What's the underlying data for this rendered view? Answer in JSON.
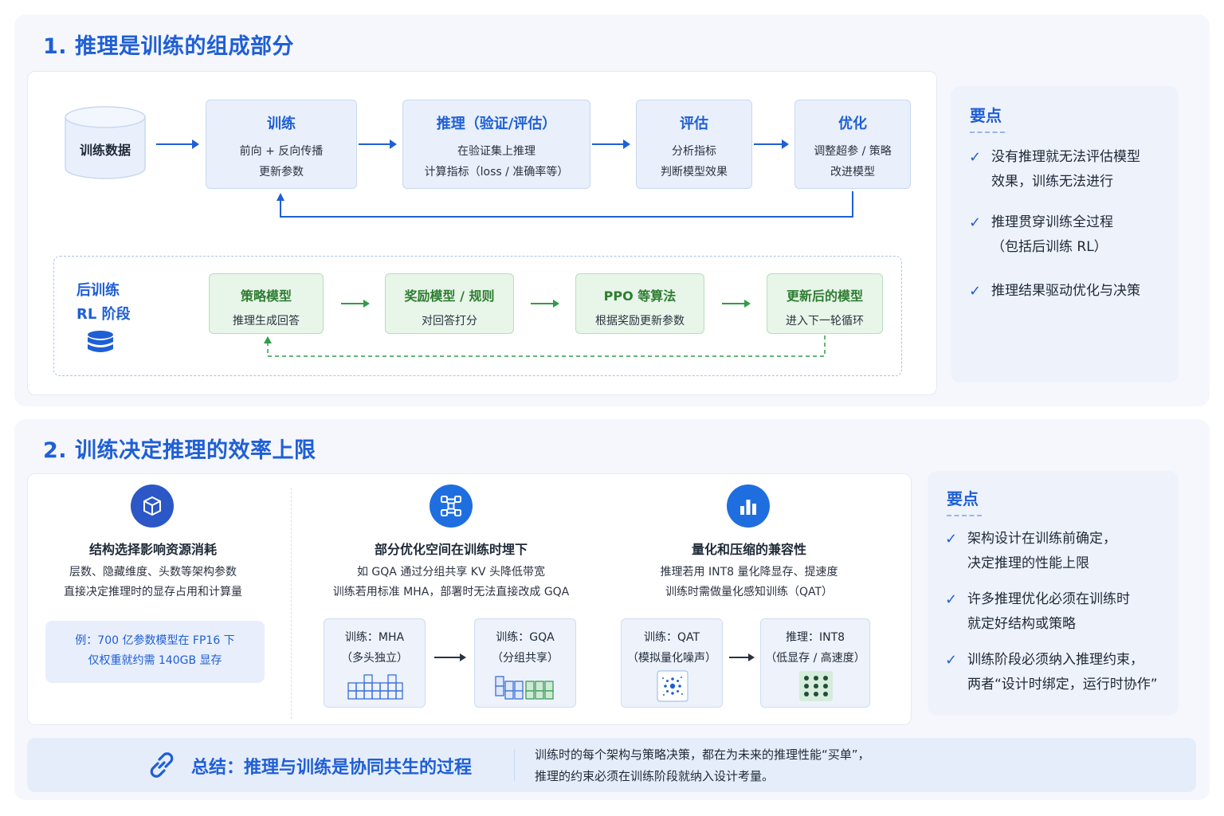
{
  "section1": {
    "title": "1. 推理是训练的组成部分",
    "database_label": "训练数据",
    "flow": [
      {
        "title": "训练",
        "line1": "前向 + 反向传播",
        "line2": "更新参数"
      },
      {
        "title": "推理（验证/评估）",
        "line1": "在验证集上推理",
        "line2": "计算指标（loss / 准确率等）"
      },
      {
        "title": "评估",
        "line1": "分析指标",
        "line2": "判断模型效果"
      },
      {
        "title": "优化",
        "line1": "调整超参 / 策略",
        "line2": "改进模型"
      }
    ],
    "rl": {
      "label_line1": "后训练",
      "label_line2": "RL 阶段",
      "steps": [
        {
          "title": "策略模型",
          "line": "推理生成回答"
        },
        {
          "title": "奖励模型 / 规则",
          "line": "对回答打分"
        },
        {
          "title": "PPO 等算法",
          "line": "根据奖励更新参数"
        },
        {
          "title": "更新后的模型",
          "line": "进入下一轮循环"
        }
      ]
    },
    "key_points": {
      "title": "要点",
      "items": [
        {
          "line1": "没有推理就无法评估模型",
          "line2": "效果，训练无法进行"
        },
        {
          "line1": "推理贯穿训练全过程",
          "line2": "（包括后训练 RL）"
        },
        {
          "line1": "推理结果驱动优化与决策",
          "line2": ""
        }
      ]
    }
  },
  "section2": {
    "title": "2. 训练决定推理的效率上限",
    "columns": [
      {
        "icon": "cube-icon",
        "title": "结构选择影响资源消耗",
        "line1": "层数、隐藏维度、头数等架构参数",
        "line2": "直接决定推理时的显存占用和计算量",
        "example_line1": "例：700 亿参数模型在 FP16 下",
        "example_line2": "仅权重就约需 140GB 显存"
      },
      {
        "icon": "network-icon",
        "title": "部分优化空间在训练时埋下",
        "line1": "如 GQA 通过分组共享 KV 头降低带宽",
        "line2": "训练若用标准 MHA，部署时无法直接改成 GQA",
        "box_a_line1": "训练：MHA",
        "box_a_line2": "（多头独立）",
        "box_b_line1": "训练：GQA",
        "box_b_line2": "（分组共享）"
      },
      {
        "icon": "bar-chart-icon",
        "title": "量化和压缩的兼容性",
        "line1": "推理若用 INT8 量化降显存、提速度",
        "line2": "训练时需做量化感知训练（QAT）",
        "box_a_line1": "训练：QAT",
        "box_a_line2": "（模拟量化噪声）",
        "box_b_line1": "推理：INT8",
        "box_b_line2": "（低显存 / 高速度）"
      }
    ],
    "key_points": {
      "title": "要点",
      "items": [
        {
          "line1": "架构设计在训练前确定，",
          "line2": "决定推理的性能上限"
        },
        {
          "line1": "许多推理优化必须在训练时",
          "line2": "就定好结构或策略"
        },
        {
          "line1": "训练阶段必须纳入推理约束，",
          "line2": "两者“设计时绑定，运行时协作”"
        }
      ]
    }
  },
  "summary": {
    "icon": "link-icon",
    "title": "总结：推理与训练是协同共生的过程",
    "line1": "训练时的每个架构与策略决策，都在为未来的推理性能“买单”，",
    "line2": "推理的约束必须在训练阶段就纳入设计考量。"
  },
  "colors": {
    "primary": "#1f5fd6",
    "green": "#2e7d32",
    "panel": "#f5f7fc"
  }
}
